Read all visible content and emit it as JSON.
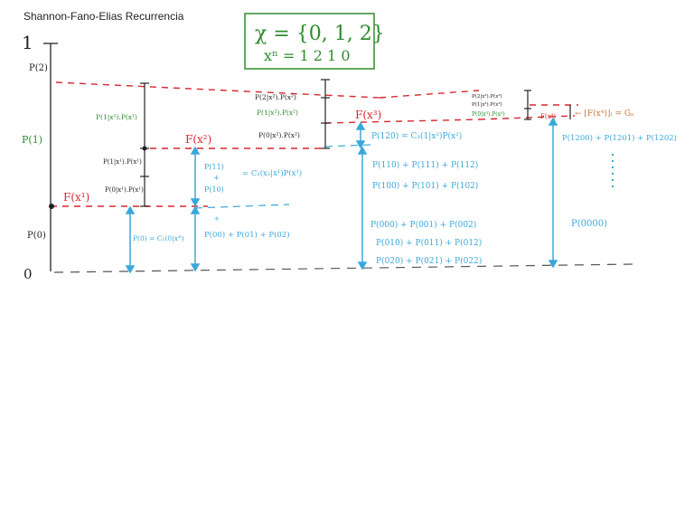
{
  "slide": {
    "title": "Shannon-Fano-Elias Recurrencia"
  },
  "box": {
    "alphabet": "χ = {0, 1, 2}",
    "sequence": "xⁿ = 1 2 1 0"
  },
  "axis": {
    "top": "1",
    "bottom": "0"
  },
  "labels": {
    "p2": "P(2)",
    "p1": "P(1)",
    "p0": "P(0)",
    "fx1": "F(x¹)",
    "fx2": "F(x²)",
    "fx3": "F(x³)",
    "fx4": "F(x⁴)",
    "c1_p11": "P(1|x¹).P(x¹)",
    "c1_p21": "P(1|x¹).P(x¹)",
    "c1_p01": "P(0|x¹).P(x¹)",
    "c2_p2": "P(2|x²).P(x²)",
    "c2_p1": "P(1|x²).P(x²)",
    "c2_p0": "P(0|x²).P(x²)",
    "c3_p2": "P(2|x³).P(x³)",
    "c3_p1": "P(1|x³).P(x³)",
    "c3_p0": "P(0|x³).P(x³)",
    "fx4_small": "F(x⁴)",
    "arrow_note": "← ⌊F(x⁴)⌋ₗ = Gₙ",
    "p0_eq": "P(0) = C₁(0|x°)",
    "p11": "P(11)",
    "plus1": "+",
    "p10": "P(10)",
    "c2_eq": "= C₂(x₂|x¹)P(x¹)",
    "plus2": "+",
    "sum2": "P(00) + P(01) + P(02)",
    "p120_eq": "P(120) = C₃(1|x²)P(x²)",
    "sum3a": "P(110) + P(111) + P(112)",
    "sum3b": "P(100) + P(101) + P(102)",
    "sum3c": "P(000) + P(001) + P(002)",
    "sum3d": "P(010) + P(011) + P(012)",
    "sum3e": "P(020) + P(021) + P(022)",
    "sum4": "P(1200) + P(1201) + P(1202)",
    "p0000": "P(0000)"
  },
  "colors": {
    "red": "#d9262e",
    "blue": "#3aa7d9",
    "green": "#2e8b2e",
    "brown": "#c87a3a",
    "black": "#222222"
  }
}
